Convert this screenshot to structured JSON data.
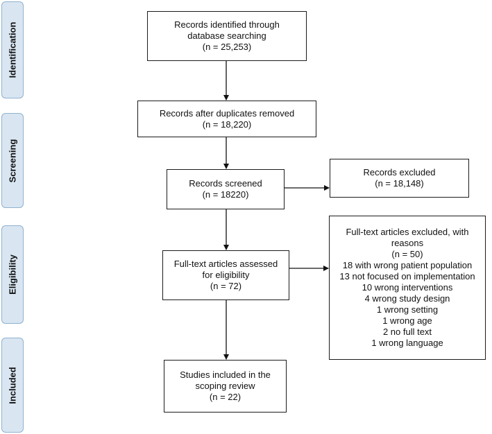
{
  "stages": [
    {
      "label": "Identification"
    },
    {
      "label": "Screening"
    },
    {
      "label": "Eligibility"
    },
    {
      "label": "Included"
    }
  ],
  "boxes": {
    "identified": {
      "lines": [
        "Records identified through",
        "database searching",
        "(n = 25,253)"
      ]
    },
    "duplicates": {
      "lines": [
        "Records after duplicates removed",
        "(n = 18,220)"
      ]
    },
    "screened": {
      "lines": [
        "Records screened",
        "(n = 18220)"
      ]
    },
    "excluded": {
      "lines": [
        "Records excluded",
        "(n = 18,148)"
      ]
    },
    "fulltext": {
      "lines": [
        "Full-text articles assessed",
        "for eligibility",
        "(n = 72)"
      ]
    },
    "fulltext_excluded": {
      "lines": [
        "Full-text articles excluded, with",
        "reasons",
        "(n = 50)",
        "18 with wrong patient population",
        "13 not focused on implementation",
        "10 wrong interventions",
        "4 wrong study design",
        "1 wrong setting",
        "1 wrong age",
        "2 no full text",
        "1 wrong language"
      ]
    },
    "included": {
      "lines": [
        "Studies included in the",
        "scoping review",
        "(n = 22)"
      ]
    }
  }
}
